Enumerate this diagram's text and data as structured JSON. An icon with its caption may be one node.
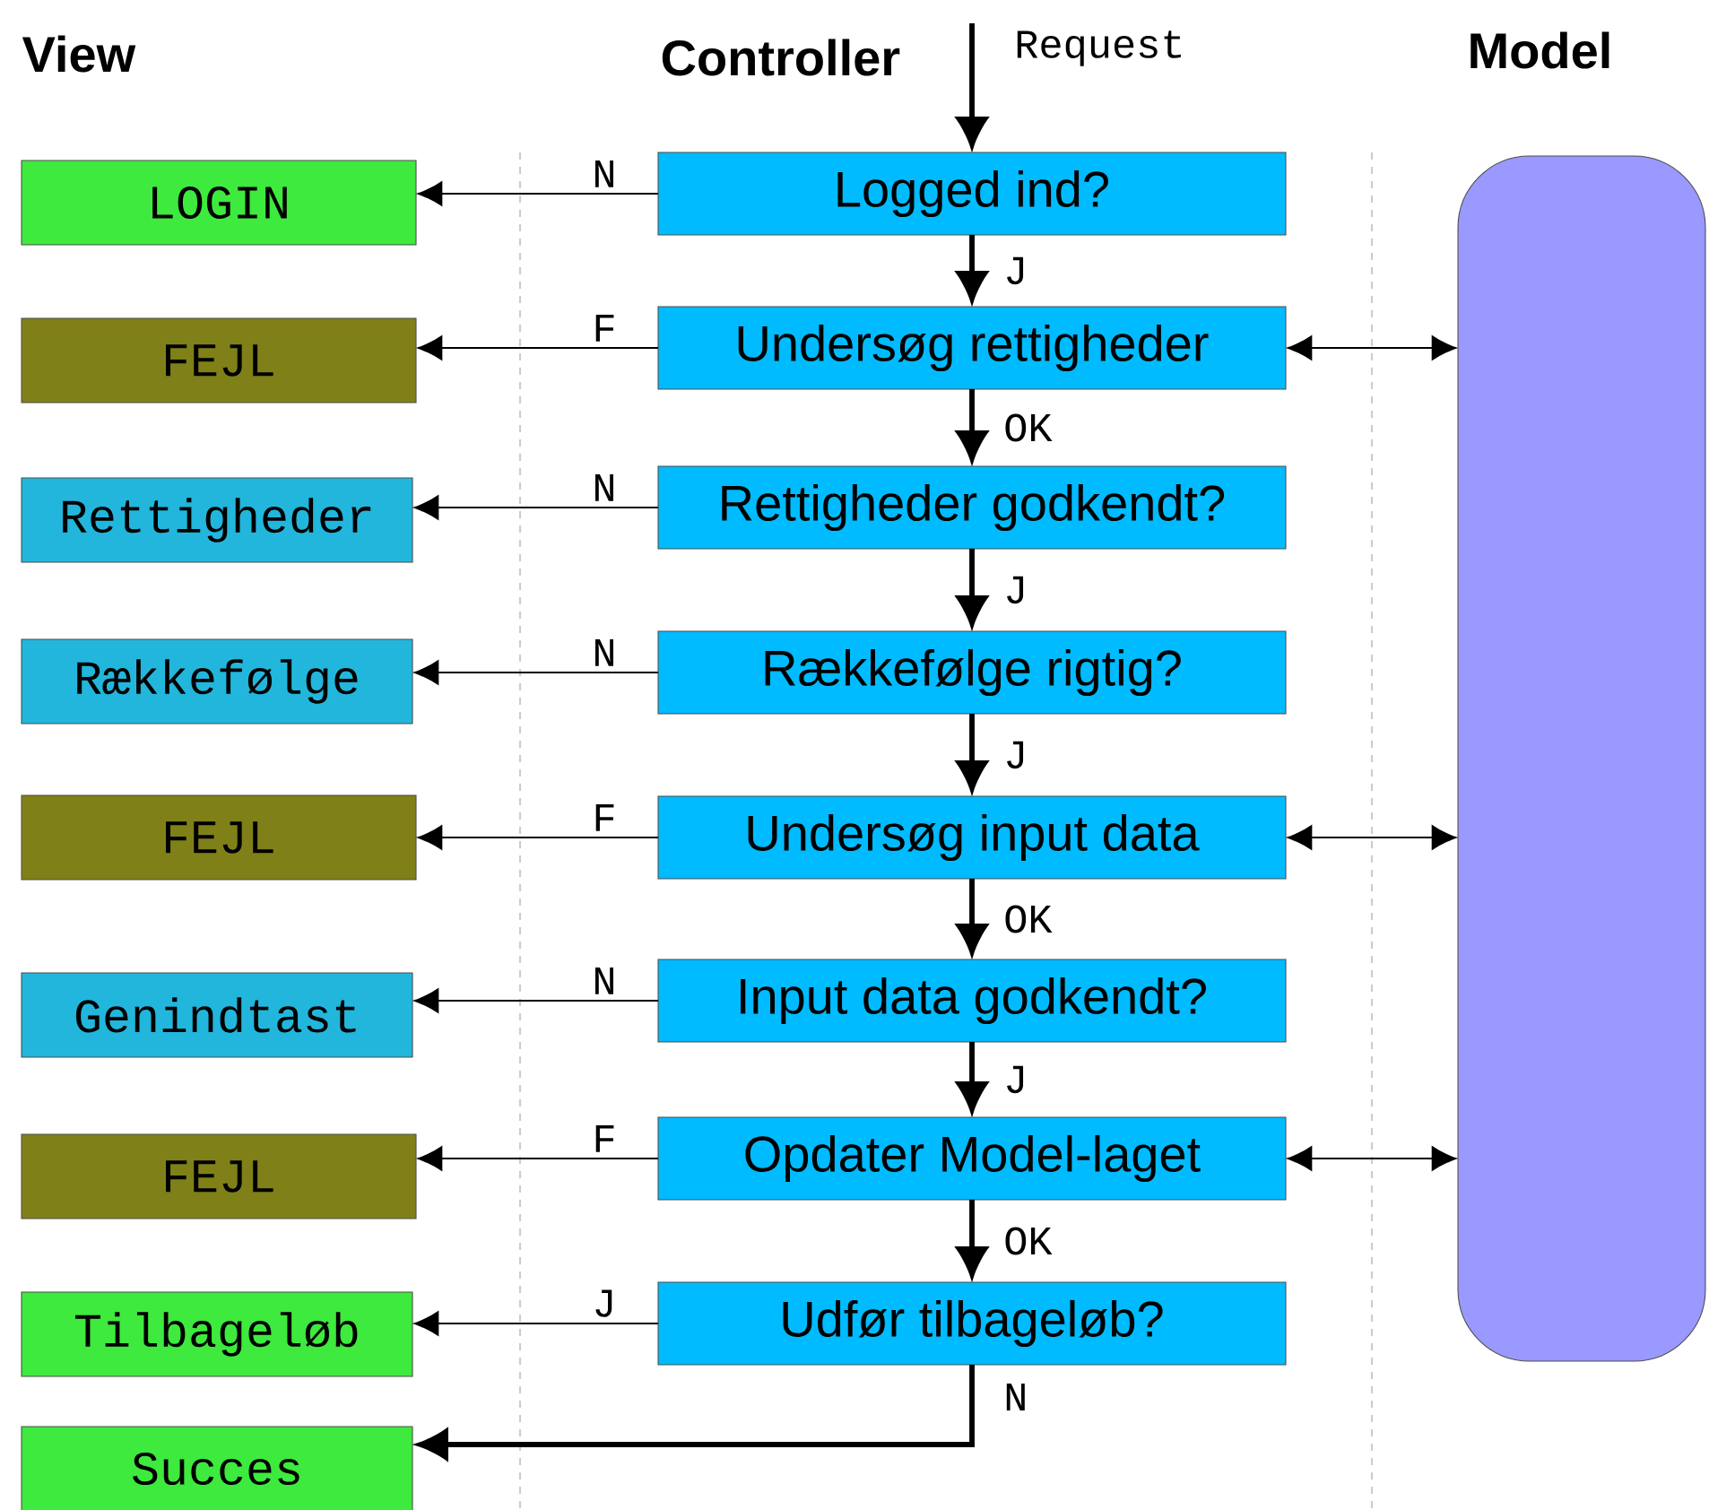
{
  "diagram": {
    "nodes": [
      {
        "text": [
          "Logged ind?"
        ]
      },
      {
        "text": [
          "Undersøg rettigheder"
        ]
      },
      {
        "text": [
          "Rettigheder godkendt?"
        ]
      },
      {
        "text": [
          "Rækkefølge rigtig?"
        ]
      },
      {
        "text": [
          "Undersøg input data"
        ]
      },
      {
        "text": [
          "Input data godkendt?"
        ]
      },
      {
        "text": [
          "Opdater Model-laget"
        ]
      },
      {
        "text": [
          "Udfør tilbageløb?"
        ]
      },
      {
        "text": [
          "LOGIN"
        ]
      },
      {
        "text": [
          "FEJL"
        ]
      },
      {
        "text": [
          "Rettigheder"
        ]
      },
      {
        "text": [
          "Rækkefølge"
        ]
      },
      {
        "text": [
          "FEJL"
        ]
      },
      {
        "text": [
          "Genindtast"
        ]
      },
      {
        "text": [
          "FEJL"
        ]
      },
      {
        "text": [
          "Tilbageløb"
        ]
      },
      {
        "text": [
          "Succes"
        ]
      },
      {
        "text": [],
        "shape": "box"
      }
    ],
    "edges": [
      {
        "from": null,
        "to": 0,
        "arrow": "to",
        "label": "Request",
        "style": "thick"
      },
      {
        "from": 0,
        "to": 1,
        "arrow": "to",
        "label": "J",
        "style": "thick"
      },
      {
        "from": 1,
        "to": 2,
        "arrow": "to",
        "label": "OK",
        "style": "thick"
      },
      {
        "from": 2,
        "to": 3,
        "arrow": "to",
        "label": "J",
        "style": "thick"
      },
      {
        "from": 3,
        "to": 4,
        "arrow": "to",
        "label": "J",
        "style": "thick"
      },
      {
        "from": 4,
        "to": 5,
        "arrow": "to",
        "label": "OK",
        "style": "thick"
      },
      {
        "from": 5,
        "to": 6,
        "arrow": "to",
        "label": "J",
        "style": "thick"
      },
      {
        "from": 6,
        "to": 7,
        "arrow": "to",
        "label": "OK",
        "style": "thick"
      },
      {
        "from": 0,
        "to": 8,
        "arrow": "to",
        "label": "N"
      },
      {
        "from": 1,
        "to": 9,
        "arrow": "to",
        "label": "F"
      },
      {
        "from": 2,
        "to": 10,
        "arrow": "to",
        "label": "N"
      },
      {
        "from": 3,
        "to": 11,
        "arrow": "to",
        "label": "N"
      },
      {
        "from": 4,
        "to": 12,
        "arrow": "to",
        "label": "F"
      },
      {
        "from": 5,
        "to": 13,
        "arrow": "to",
        "label": "N"
      },
      {
        "from": 6,
        "to": 14,
        "arrow": "to",
        "label": "F"
      },
      {
        "from": 7,
        "to": 15,
        "arrow": "to",
        "label": "J"
      },
      {
        "from": 7,
        "to": 16,
        "arrow": "to",
        "label": "N",
        "style": "thick"
      },
      {
        "from": 1,
        "to": 17,
        "arrow": "both"
      },
      {
        "from": 4,
        "to": 17,
        "arrow": "both"
      },
      {
        "from": 6,
        "to": 17,
        "arrow": "both"
      }
    ],
    "labels": [
      "View",
      "Controller",
      "Model"
    ]
  }
}
